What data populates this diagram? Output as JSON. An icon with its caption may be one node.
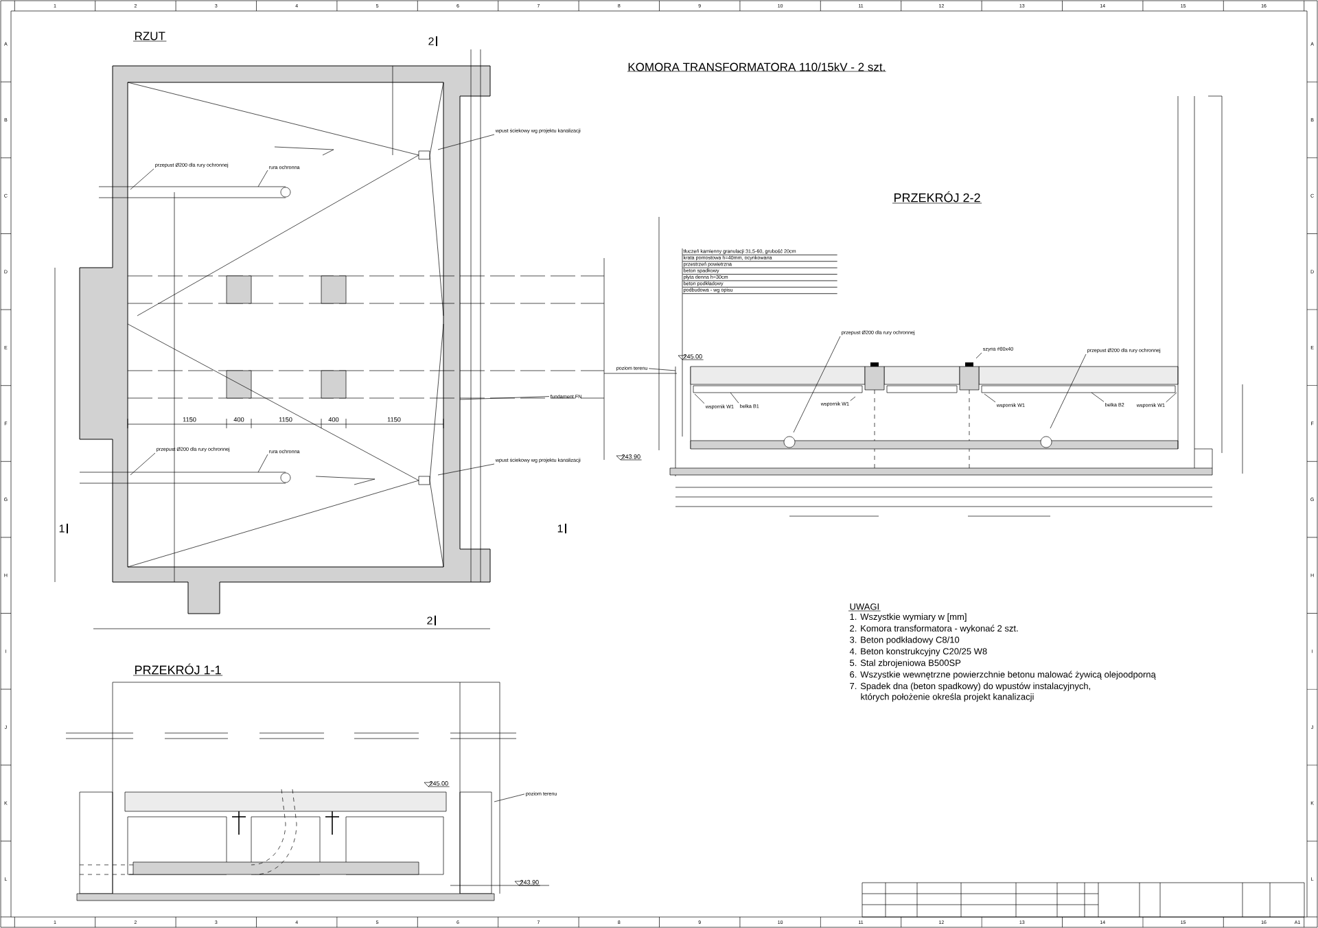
{
  "diagram": {
    "title": "KOMORA TRANSFORMATORA 110/15kV  - 2 szt.",
    "nodes": [
      {
        "text": [
          "przepust Ø200 dla rury ochronnej"
        ]
      },
      {
        "text": [
          "rura ochronna"
        ]
      },
      {
        "text": [
          "wpust ściekowy wg projektu kanalizacji"
        ]
      },
      {
        "text": [
          "przepust Ø200 dla rury ochronnej"
        ]
      },
      {
        "text": [
          "rura ochronna"
        ]
      },
      {
        "text": [
          "wpust ściekowy wg projektu kanalizacji"
        ]
      },
      {
        "text": [
          "fundament FN"
        ]
      },
      {
        "text": [
          "tłuczeń kamienny granulacji 31,5-60, grubość 20cm",
          "krata pomostowa h=40mm, ocynkowana",
          "przestrzeń powietrzna",
          "beton spadkowy",
          "płyta denna h=30cm",
          "beton podkładowy",
          "podbudowa - wg opisu"
        ]
      },
      {
        "text": [
          "poziom terenu"
        ]
      },
      {
        "text": [
          "przepust Ø200 dla rury ochronnej"
        ]
      },
      {
        "text": [
          "szyna #80x40"
        ]
      },
      {
        "text": [
          "przepust Ø200 dla rury ochronnej"
        ]
      },
      {
        "text": [
          "wspornik W1"
        ]
      },
      {
        "text": [
          "belka B1"
        ]
      },
      {
        "text": [
          "wspornik W1"
        ]
      },
      {
        "text": [
          "wspornik W1"
        ]
      },
      {
        "text": [
          "belka B2"
        ]
      },
      {
        "text": [
          "wspornik W1"
        ]
      },
      {
        "text": [
          "poziom terenu"
        ]
      }
    ],
    "edges": [
      {
        "from": 0,
        "to": null,
        "arrow": "none"
      },
      {
        "from": 1,
        "to": null,
        "arrow": "none"
      },
      {
        "from": 2,
        "to": null,
        "arrow": "none"
      },
      {
        "from": 3,
        "to": null,
        "arrow": "none"
      },
      {
        "from": 4,
        "to": null,
        "arrow": "none"
      },
      {
        "from": 5,
        "to": null,
        "arrow": "none"
      },
      {
        "from": 6,
        "to": null,
        "arrow": "none"
      },
      {
        "from": 7,
        "to": null,
        "arrow": "none"
      },
      {
        "from": 8,
        "to": null,
        "arrow": "none"
      },
      {
        "from": 9,
        "to": null,
        "arrow": "none"
      },
      {
        "from": 10,
        "to": null,
        "arrow": "none"
      },
      {
        "from": 11,
        "to": null,
        "arrow": "none"
      },
      {
        "from": 12,
        "to": null,
        "arrow": "none"
      },
      {
        "from": 13,
        "to": null,
        "arrow": "none"
      },
      {
        "from": 14,
        "to": null,
        "arrow": "none"
      },
      {
        "from": 15,
        "to": null,
        "arrow": "none"
      },
      {
        "from": 16,
        "to": null,
        "arrow": "none"
      },
      {
        "from": 17,
        "to": null,
        "arrow": "none"
      },
      {
        "from": 18,
        "to": null,
        "arrow": "none"
      }
    ],
    "labels": [
      "1",
      "2",
      "3",
      "4",
      "5",
      "6",
      "7",
      "8",
      "9",
      "10",
      "11",
      "12",
      "13",
      "14",
      "15",
      "16",
      "A",
      "B",
      "C",
      "D",
      "E",
      "F",
      "G",
      "H",
      "I",
      "J",
      "K",
      "L",
      "A",
      "B",
      "C",
      "D",
      "E",
      "F",
      "G",
      "H",
      "I",
      "J",
      "K",
      "L",
      "1",
      "2",
      "3",
      "4",
      "5",
      "6",
      "7",
      "8",
      "9",
      "10",
      "11",
      "12",
      "13",
      "14",
      "15",
      "16",
      "A1",
      "RZUT",
      "PRZEKRÓJ 2-2",
      "PRZEKRÓJ 1-1",
      "2",
      "2",
      "1",
      "1",
      "245.00",
      "243.90",
      "245.00",
      "243.90",
      "1150",
      "400",
      "1150",
      "400",
      "1150",
      "UWAGI",
      "1. Wszystkie wymiary w [mm]",
      "2. Komora transformatora - wykonać 2 szt.",
      "3. Beton podkładowy C8/10",
      "4. Beton konstrukcyjny C20/25 W8",
      "5. Stal zbrojeniowa B500SP",
      "6. Wszystkie wewnętrzne powierzchnie betonu malować żywicą olejoodporną",
      "7. Spadek dna (beton spadkowy) do wpustów instalacyjnych, których położenie określa projekt kanalizacji"
    ]
  }
}
